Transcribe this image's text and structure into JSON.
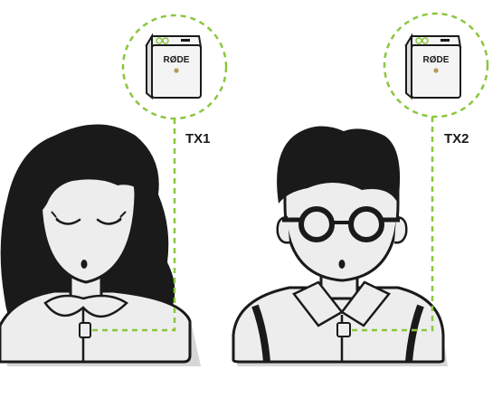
{
  "transmitters": [
    {
      "label": "TX1",
      "brand": "RØDE"
    },
    {
      "label": "TX2",
      "brand": "RØDE"
    }
  ],
  "colors": {
    "guide_line": "#8cc63f",
    "ink": "#1a1a1a",
    "skin": "#ededed",
    "shadow": "#d6d6d6",
    "device_body": "#f4f4f4",
    "mic_dot": "#b89a5a"
  }
}
